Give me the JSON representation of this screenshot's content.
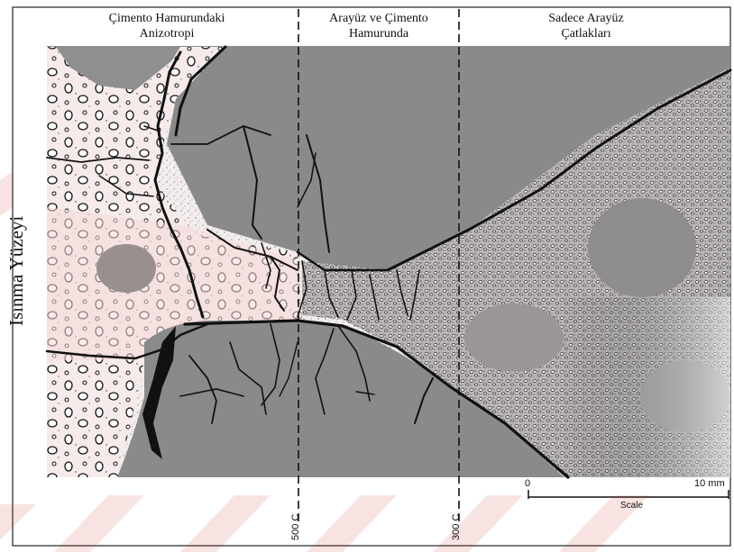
{
  "zones": [
    {
      "title_line1": "Çimento Hamurundaki",
      "title_line2": "Anizotropi"
    },
    {
      "title_line1": "Arayüz ve Çimento",
      "title_line2": "Hamurunda"
    },
    {
      "title_line1": "Sadece Arayüz",
      "title_line2": "Çatlakları"
    }
  ],
  "side_label": "Isınma Yüzeyi",
  "temperatures": [
    "500 C",
    "300 C"
  ],
  "scale": {
    "start": "0",
    "end": "10 mm",
    "label": "Scale"
  },
  "colors": {
    "aggregate_gray": "#8c8c8c",
    "paste_light": "#f2ecec",
    "pink_tint": "#f6dada",
    "crack": "#111111"
  }
}
